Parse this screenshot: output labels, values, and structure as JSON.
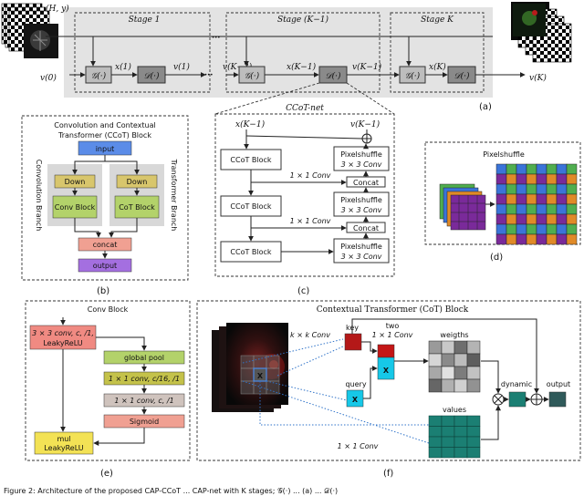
{
  "panel_a": {
    "input_label": "(H, y)",
    "v0": "v(0)",
    "vK": "v(K)",
    "stage1": "Stage 1",
    "stageK1": "Stage (K−1)",
    "stageK": "Stage K",
    "g": "𝒢(·)",
    "d": "𝒟(·)",
    "x1": "x(1)",
    "v1": "v(1)",
    "vK2": "v(K−2)",
    "xK1": "x(K−1)",
    "vK1": "v(K−1)",
    "xK": "x(K)",
    "dots": "···",
    "caption": "(a)"
  },
  "panel_b": {
    "title1": "Convolution and Contextual",
    "title2": "Transformer (CCoT) Block",
    "input": "input",
    "down": "Down",
    "conv_block": "Conv Block",
    "cot_block": "CoT Block",
    "conv_branch": "Convolution Branch",
    "trans_branch": "Transformer Branch",
    "concat": "concat",
    "output": "output",
    "caption": "(b)"
  },
  "panel_c": {
    "title": "CCoT-net",
    "x_in": "x(K−1)",
    "v_in": "v(K−1)",
    "ccot": "CCoT Block",
    "pixelshuffle": "Pixelshuffle",
    "conv33": "3 × 3 Conv",
    "concat": "Concat",
    "conv11": "1 × 1 Conv",
    "caption": "(c)"
  },
  "panel_d": {
    "title": "Pixelshuffle",
    "caption": "(d)"
  },
  "panel_e": {
    "title": "Conv Block",
    "b1": "3 × 3 conv, c, /1,",
    "b1b": "LeakyReLU",
    "global_pool": "global pool",
    "b3": "1 × 1 conv, c/16, /1",
    "b4": "1 × 1 conv, c, /1",
    "sigmoid": "Sigmoid",
    "mul": "mul",
    "mul_b": "LeakyReLU",
    "caption": "(e)"
  },
  "panel_f": {
    "title": "Contextual Transformer (CoT) Block",
    "kxk": "k × k Conv",
    "key": "key",
    "two": "two",
    "conv11": "1 × 1 Conv",
    "weights": "weigths",
    "query": "query",
    "values": "values",
    "dynamic": "dynamic",
    "output": "output",
    "x": "X",
    "caption": "(f)"
  },
  "colors": {
    "input": "#5b8ce8",
    "down": "#d8c66c",
    "conv_green": "#b3d26a",
    "concat": "#f0a092",
    "output": "#a46fe0",
    "red_box": "#f08a82",
    "yellow_box": "#f3e255",
    "olive": "#c4c24a",
    "teal": "#1b7f73",
    "cyan": "#16c8e8",
    "darkred": "#b41818"
  },
  "caption_fragment": "Figure 2: Architecture of the proposed CAP-CCoT ... CAP-net with K stages; 𝒢(·) ... (a) ... 𝒟(·)"
}
